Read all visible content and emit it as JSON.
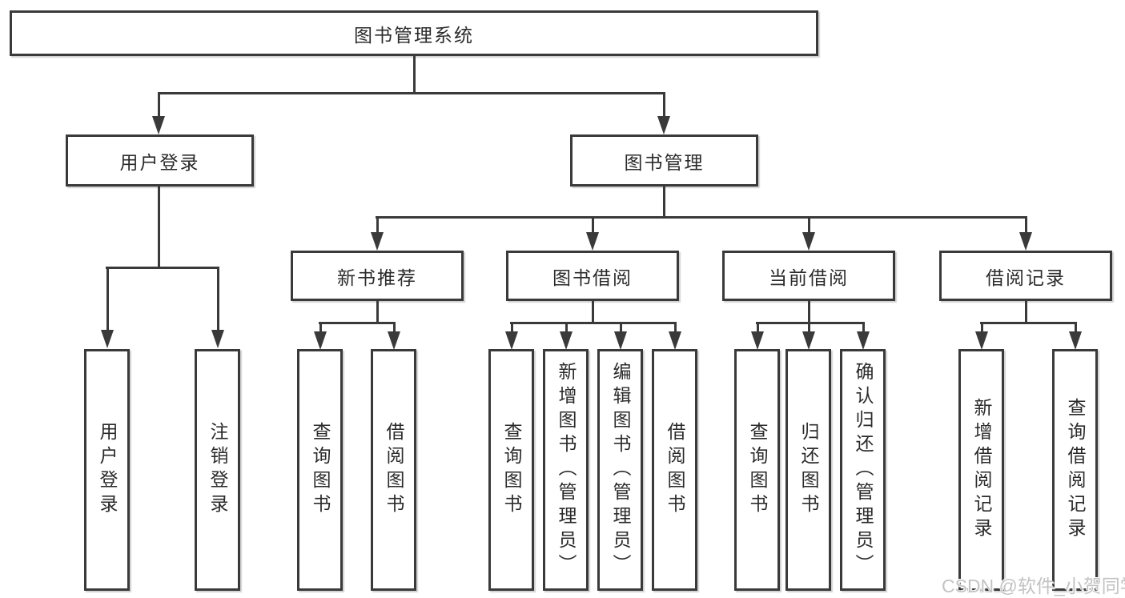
{
  "diagram": {
    "title": "图书管理系统",
    "branches": [
      {
        "label": "用户登录",
        "children": [
          {
            "label": "用户登录"
          },
          {
            "label": "注销登录"
          }
        ]
      },
      {
        "label": "图书管理",
        "children": [
          {
            "label": "新书推荐",
            "children": [
              {
                "label": "查询图书"
              },
              {
                "label": "借阅图书"
              }
            ]
          },
          {
            "label": "图书借阅",
            "children": [
              {
                "label": "查询图书"
              },
              {
                "label": "新增图书（管理员）"
              },
              {
                "label": "编辑图书（管理员）"
              },
              {
                "label": "借阅图书"
              }
            ]
          },
          {
            "label": "当前借阅",
            "children": [
              {
                "label": "查询图书"
              },
              {
                "label": "归还图书"
              },
              {
                "label": "确认归还（管理员）"
              }
            ]
          },
          {
            "label": "借阅记录",
            "children": [
              {
                "label": "新增借阅记录"
              },
              {
                "label": "查询借阅记录"
              }
            ]
          }
        ]
      }
    ]
  },
  "watermark": {
    "text": "CSDN @软件_小贺同学"
  },
  "colors": {
    "line": "#3a3a3a",
    "text": "#2b2b2b",
    "background": "#ffffff",
    "watermark": "#c3c3c3"
  }
}
